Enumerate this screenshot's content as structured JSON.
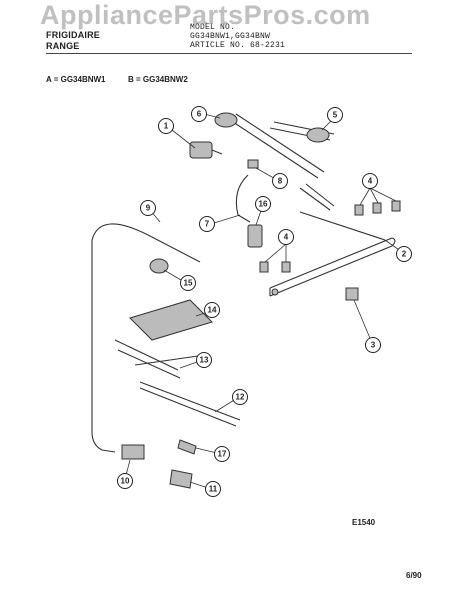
{
  "header": {
    "brand": "FRIGIDAIRE",
    "product": "RANGE",
    "model_label": "MODEL NO.",
    "model_numbers": "GG34BNW1,GG34BNW",
    "article_no": "ARTICLE NO. 68-2231",
    "watermark": "AppliancePartsPros.com"
  },
  "models": {
    "a": "A = GG34BNW1",
    "b": "B = GG34BNW2"
  },
  "callouts": [
    "1",
    "2",
    "3",
    "4",
    "4",
    "5",
    "6",
    "7",
    "8",
    "9",
    "10",
    "11",
    "12",
    "13",
    "14",
    "15",
    "16",
    "17"
  ],
  "footer": {
    "figure_code": "E1540",
    "date": "6/90"
  }
}
